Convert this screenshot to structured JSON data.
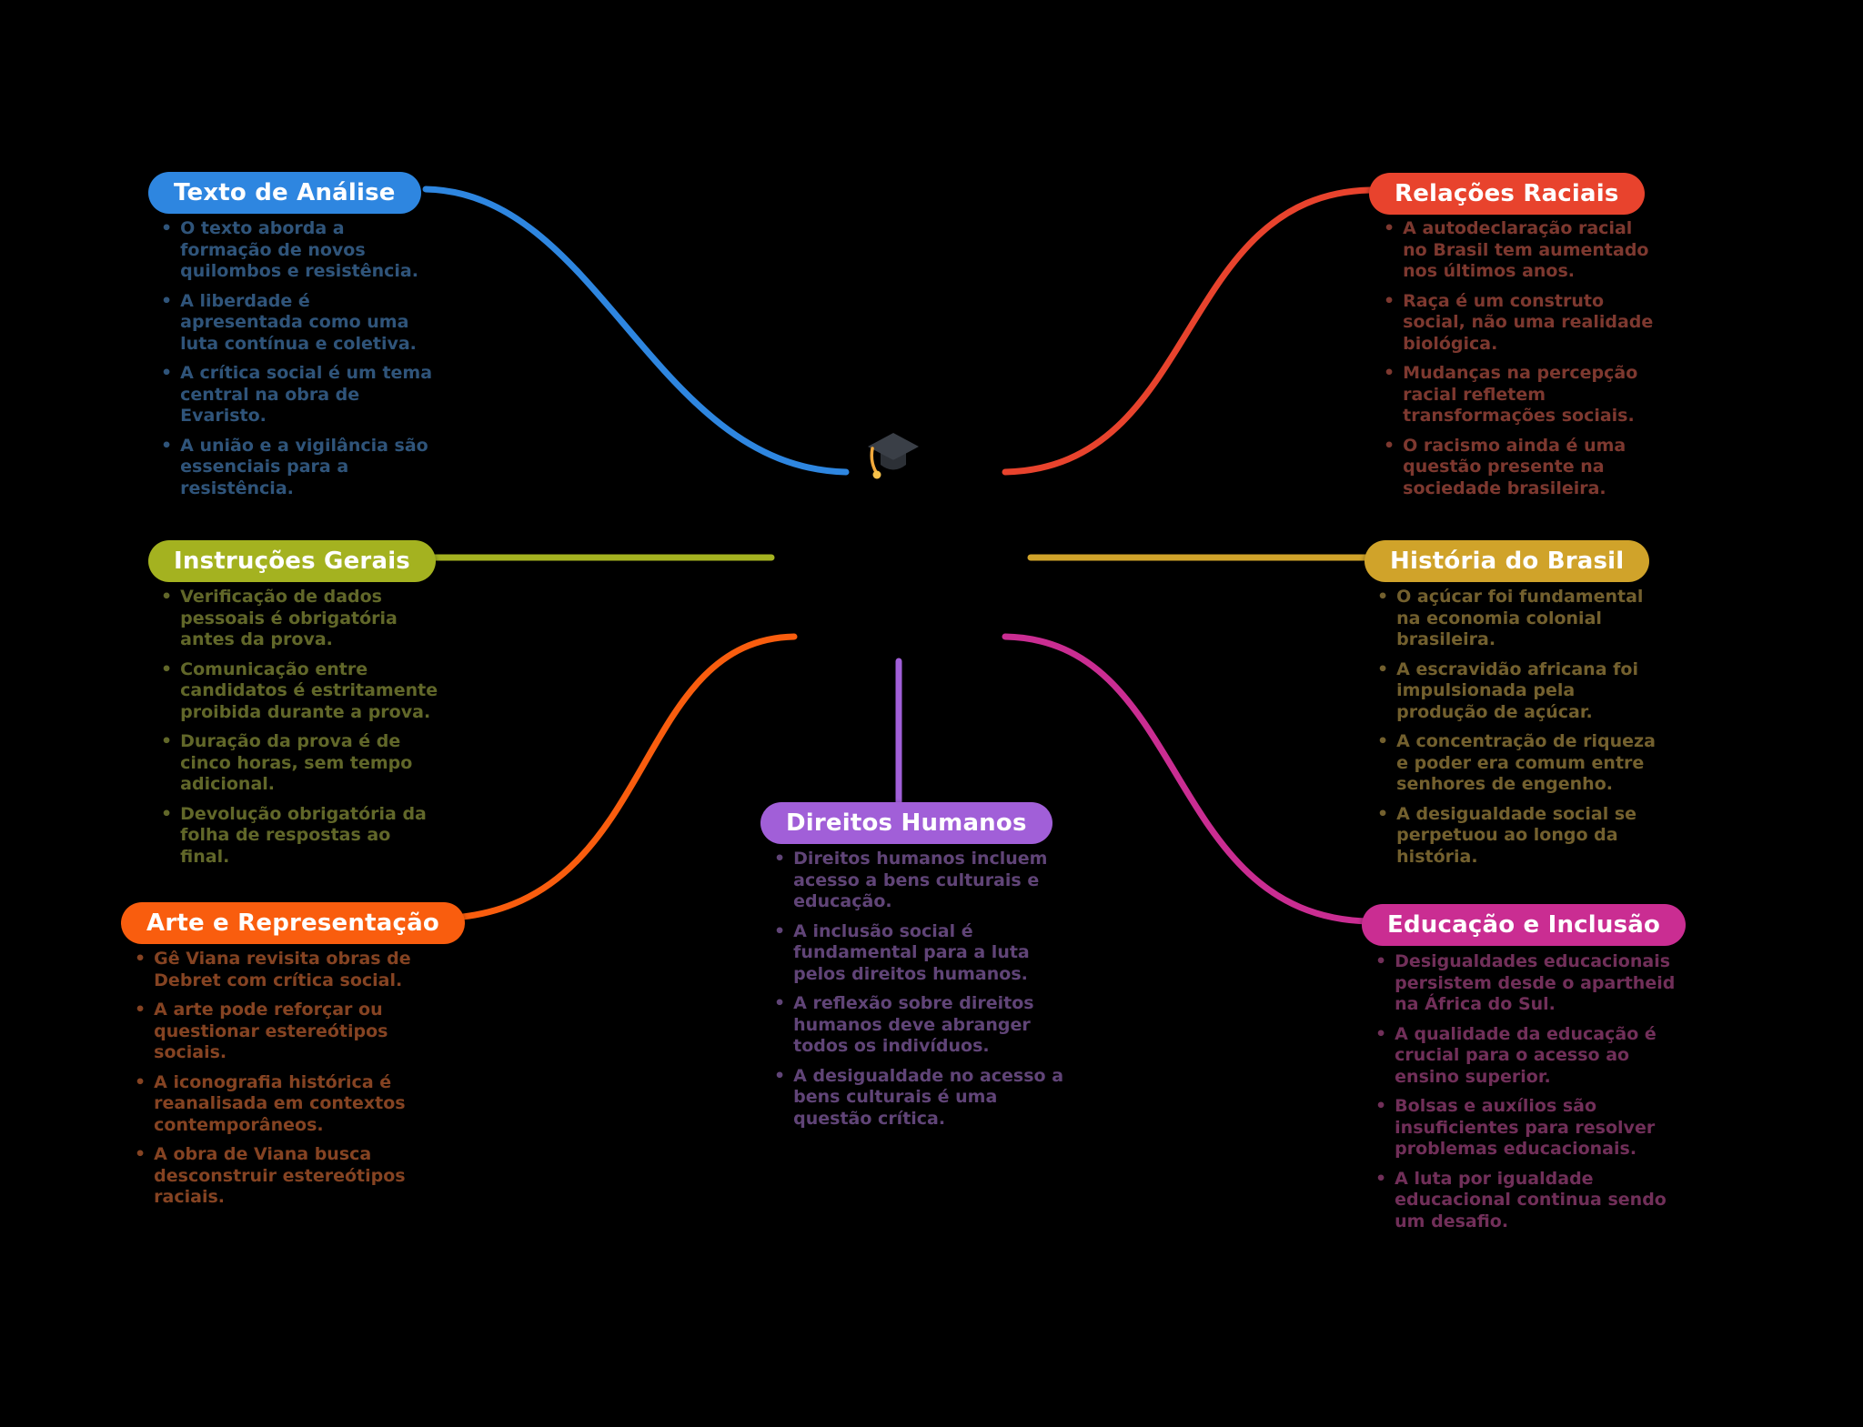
{
  "canvas": {
    "background": "#000000"
  },
  "center": {
    "icon": "graduation-cap-icon",
    "cap_color": "#3a3f47",
    "cap_base_color": "#2c3036",
    "tassel_color": "#f2a93b",
    "tassel_tuft_color": "#f6c14a"
  },
  "branches": [
    {
      "id": "texto-de-analise",
      "label": "Texto de Análise",
      "color": "#2e86e0",
      "bullets": [
        "O texto aborda a formação de novos quilombos e resistência.",
        "A liberdade é apresentada como uma luta contínua e coletiva.",
        "A crítica social é um tema central na obra de Evaristo.",
        "A união e a vigilância são essenciais para a resistência."
      ]
    },
    {
      "id": "relacoes-raciais",
      "label": "Relações Raciais",
      "color": "#e8432d",
      "bullets": [
        "A autodeclaração racial no Brasil tem aumentado nos últimos anos.",
        "Raça é um construto social, não uma realidade biológica.",
        "Mudanças na percepção racial refletem transformações sociais.",
        "O racismo ainda é uma questão presente na sociedade brasileira."
      ]
    },
    {
      "id": "instrucoes-gerais",
      "label": "Instruções Gerais",
      "color": "#a4b220",
      "bullets": [
        "Verificação de dados pessoais é obrigatória antes da prova.",
        "Comunicação entre candidatos é estritamente proibida durante a prova.",
        "Duração da prova é de cinco horas, sem tempo adicional.",
        "Devolução obrigatória da folha de respostas ao final."
      ]
    },
    {
      "id": "historia-do-brasil",
      "label": "História do Brasil",
      "color": "#d0a32a",
      "bullets": [
        "O açúcar foi fundamental na economia colonial brasileira.",
        "A escravidão africana foi impulsionada pela produção de açúcar.",
        "A concentração de riqueza e poder era comum entre senhores de engenho.",
        "A desigualdade social se perpetuou ao longo da história."
      ]
    },
    {
      "id": "arte-e-representacao",
      "label": "Arte e Representação",
      "color": "#f95d0e",
      "bullets": [
        "Gê Viana revisita obras de Debret com crítica social.",
        "A arte pode reforçar ou questionar estereótipos sociais.",
        "A iconografia histórica é reanalisada em contextos contemporâneos.",
        "A obra de Viana busca desconstruir estereótipos raciais."
      ]
    },
    {
      "id": "direitos-humanos",
      "label": "Direitos Humanos",
      "color": "#a15fd8",
      "bullets": [
        "Direitos humanos incluem acesso a bens culturais e educação.",
        "A inclusão social é fundamental para a luta pelos direitos humanos.",
        "A reflexão sobre direitos humanos deve abranger todos os indivíduos.",
        "A desigualdade no acesso a bens culturais é uma questão crítica."
      ]
    },
    {
      "id": "educacao-e-inclusao",
      "label": "Educação e Inclusão",
      "color": "#ca2d92",
      "bullets": [
        "Desigualdades educacionais persistem desde o apartheid na África do Sul.",
        "A qualidade da educação é crucial para o acesso ao ensino superior.",
        "Bolsas e auxílios são insuficientes para resolver problemas educacionais.",
        "A luta por igualdade educacional continua sendo um desafio."
      ]
    }
  ]
}
